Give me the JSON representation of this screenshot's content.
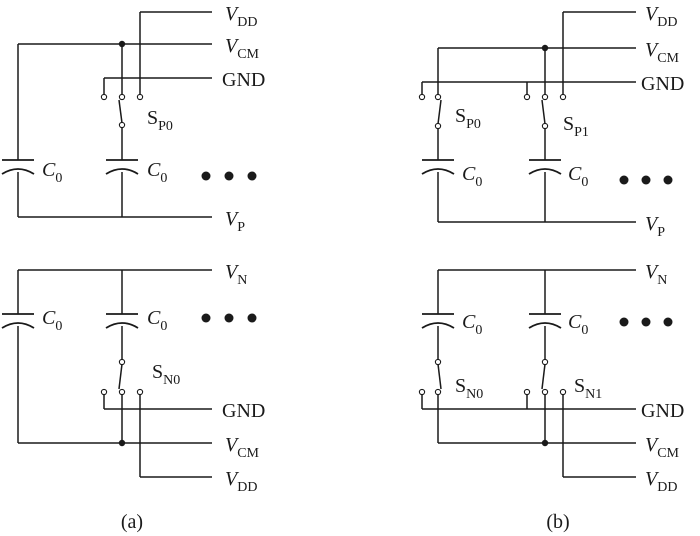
{
  "labels": {
    "vdd": {
      "main": "V",
      "sub": "DD"
    },
    "vcm": {
      "main": "V",
      "sub": "CM"
    },
    "gnd": "GND",
    "vp": {
      "main": "V",
      "sub": "P"
    },
    "vn": {
      "main": "V",
      "sub": "N"
    },
    "c0": {
      "main": "C",
      "sub": "0"
    },
    "sp0": {
      "main": "S",
      "sub": "P0"
    },
    "sp1": {
      "main": "S",
      "sub": "P1"
    },
    "sn0": {
      "main": "S",
      "sub": "N0"
    },
    "sn1": {
      "main": "S",
      "sub": "N1"
    }
  },
  "captions": {
    "a": "(a)",
    "b": "(b)"
  }
}
